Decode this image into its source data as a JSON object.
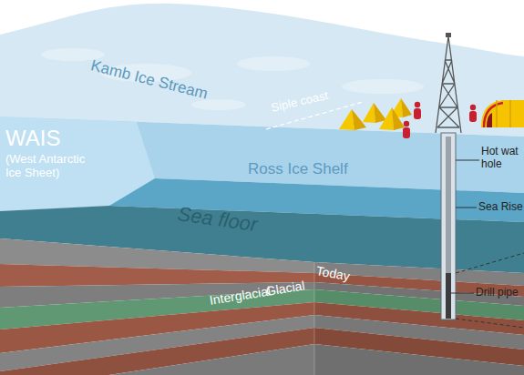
{
  "diagram": {
    "labels": [
      "Kamb Ice Stream",
      "WAIS",
      "(West Antarctic Ice Sheet)",
      "Siple coast",
      "Ross Ice Shelf",
      "Hot wat hole",
      "Sea Rise",
      "Sea floor",
      "Today",
      "Glacial",
      "Interglacial",
      "Drill pipe"
    ]
  }
}
